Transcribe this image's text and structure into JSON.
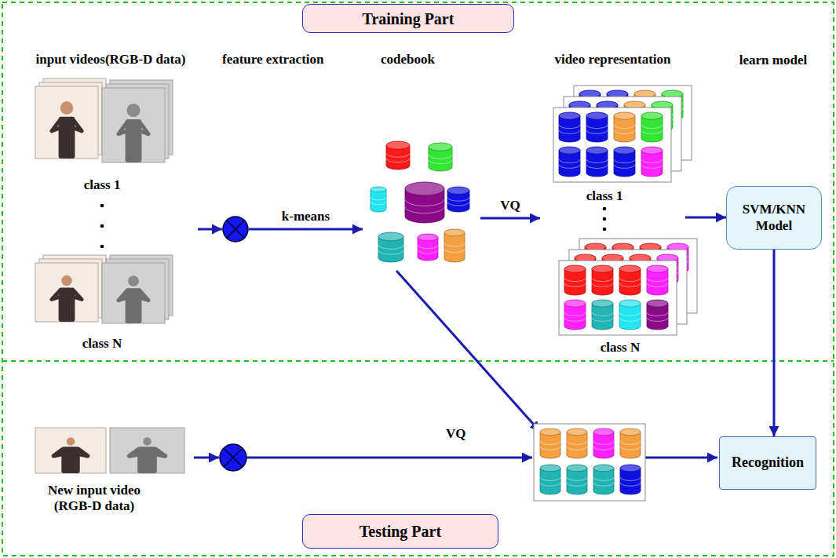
{
  "diagram": {
    "nodes": [
      {
        "text": [
          "Training Part"
        ]
      },
      {
        "text": [
          "input videos(RGB-D data)",
          "class 1",
          "class N"
        ]
      },
      {
        "text": [
          "feature extraction"
        ]
      },
      {
        "text": [
          "codebook"
        ]
      },
      {
        "text": [
          "video representation",
          "class 1",
          "class N"
        ]
      },
      {
        "text": [
          "learn model",
          "SVM/KNN Model"
        ]
      },
      {
        "text": [
          "New input video (RGB-D data)"
        ]
      },
      {
        "text": [
          "Recognition"
        ]
      },
      {
        "text": [
          "Testing Part"
        ]
      }
    ],
    "edges": [
      {
        "from": 1,
        "to": 2,
        "arrow": "to"
      },
      {
        "from": 2,
        "to": 3,
        "label": "k-means",
        "arrow": "to"
      },
      {
        "from": 3,
        "to": 4,
        "label": "VQ",
        "arrow": "to"
      },
      {
        "from": 4,
        "to": 5,
        "arrow": "to"
      },
      {
        "from": 5,
        "to": 7,
        "arrow": "to"
      }
    ],
    "labels": [
      "VQ"
    ]
  }
}
